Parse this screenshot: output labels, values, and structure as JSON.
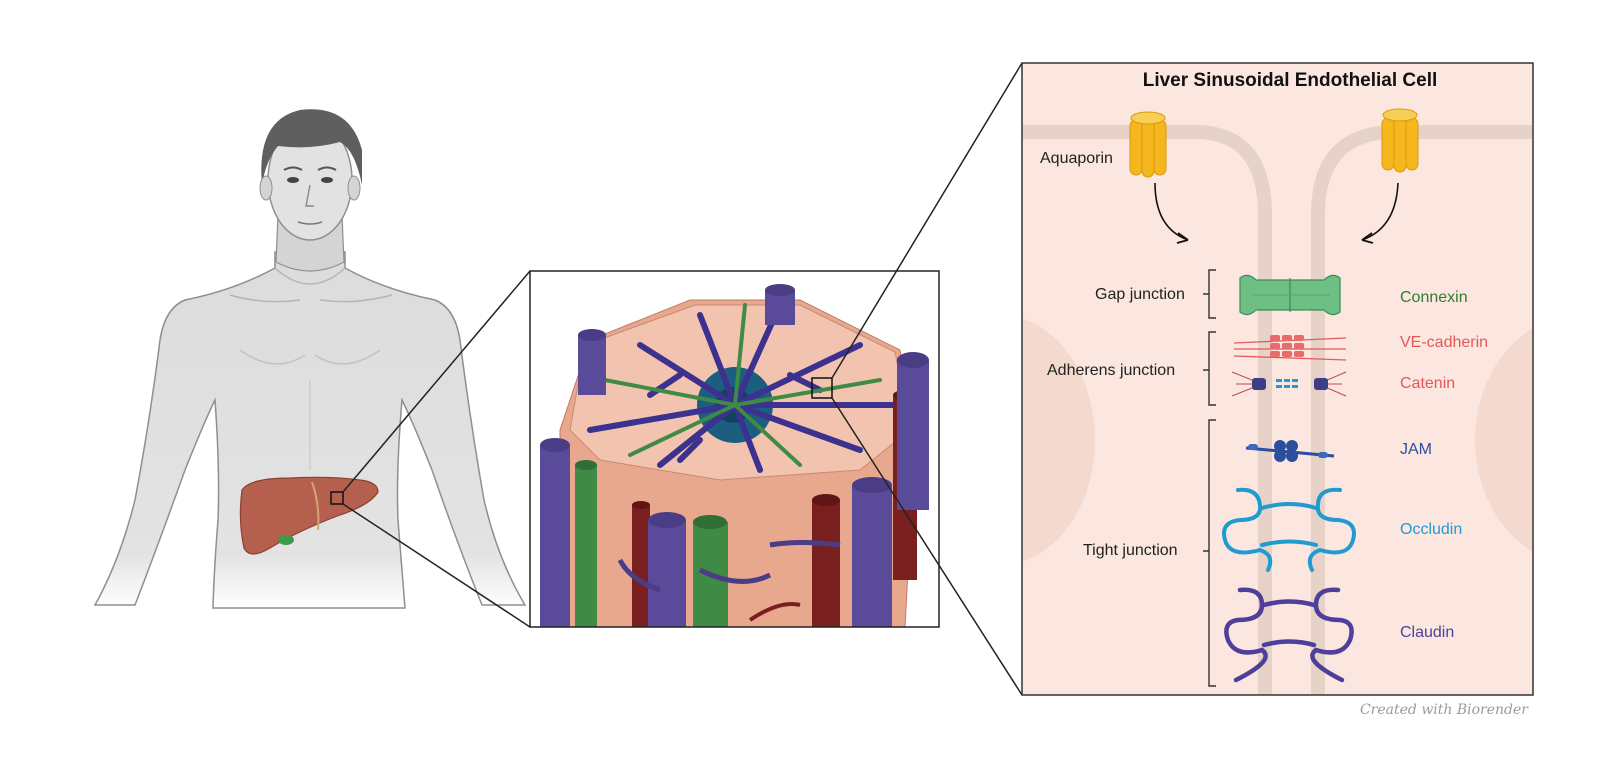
{
  "panel_title": "Liver Sinusoidal Endothelial Cell",
  "left_labels": {
    "aquaporin": "Aquaporin",
    "gap_junction": "Gap junction",
    "adherens_junction": "Adherens junction",
    "tight_junction": "Tight junction"
  },
  "right_labels": {
    "connexin": "Connexin",
    "ve_cadherin": "VE-cadherin",
    "catenin": "Catenin",
    "jam": "JAM",
    "occludin": "Occludin",
    "claudin": "Claudin"
  },
  "credit": "Created with Biorender",
  "colors": {
    "connexin": "#2e7d32",
    "ve_cadherin": "#e05a5a",
    "catenin": "#e05a5a",
    "jam": "#2b4f9e",
    "occludin": "#1f9bd1",
    "claudin": "#4d3f9a",
    "aquaporin": "#f4b71e",
    "cell_fill": "#fbe7df",
    "liver": "#b5604f"
  }
}
